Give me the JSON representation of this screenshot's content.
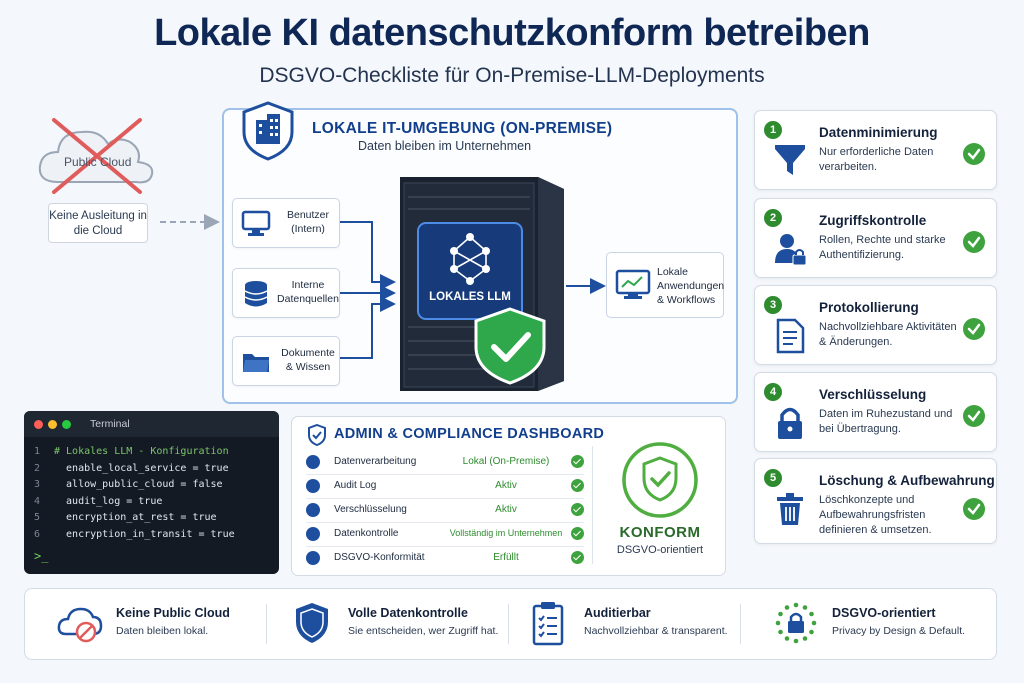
{
  "header": {
    "title": "Lokale KI datenschutzkonform betreiben",
    "subtitle": "DSGVO-Checkliste für On-Premise-LLM-Deployments"
  },
  "cloud": {
    "label": "Public Cloud",
    "note": "Keine Ausleitung in die Cloud"
  },
  "onprem": {
    "title": "LOKALE IT-UMGEBUNG (ON-PREMISE)",
    "subtitle": "Daten bleiben im Unternehmen",
    "sources": [
      {
        "icon": "monitor-icon",
        "label": "Benutzer (Intern)"
      },
      {
        "icon": "database-icon",
        "label": "Interne Datenquellen"
      },
      {
        "icon": "folder-icon",
        "label": "Dokumente & Wissen"
      }
    ],
    "server_label": "LOKALES LLM",
    "output": {
      "icon": "analytics-monitor-icon",
      "label": "Lokale Anwendungen & Workflows"
    }
  },
  "checklist": [
    {
      "num": "1",
      "icon": "funnel-icon",
      "title": "Datenminimierung",
      "desc": "Nur erforderliche Daten verarbeiten."
    },
    {
      "num": "2",
      "icon": "user-lock-icon",
      "title": "Zugriffskontrolle",
      "desc": "Rollen, Rechte und starke Authentifizierung."
    },
    {
      "num": "3",
      "icon": "document-icon",
      "title": "Protokollierung",
      "desc": "Nachvollziehbare Aktivitäten & Änderungen."
    },
    {
      "num": "4",
      "icon": "padlock-icon",
      "title": "Verschlüsselung",
      "desc": "Daten im Ruhezustand und bei Übertragung."
    },
    {
      "num": "5",
      "icon": "trash-icon",
      "title": "Löschung & Aufbewahrung",
      "desc": "Löschkonzepte und Aufbewahrungsfristen definieren & umsetzen."
    }
  ],
  "terminal": {
    "title": "Terminal",
    "lines": [
      {
        "n": "1",
        "text": "# Lokales LLM - Konfiguration"
      },
      {
        "n": "2",
        "text": "  enable_local_service = true"
      },
      {
        "n": "3",
        "text": "  allow_public_cloud = false"
      },
      {
        "n": "4",
        "text": "  audit_log = true"
      },
      {
        "n": "5",
        "text": "  encryption_at_rest = true"
      },
      {
        "n": "6",
        "text": "  encryption_in_transit = true"
      }
    ],
    "prompt": ">_"
  },
  "dashboard": {
    "title": "ADMIN & COMPLIANCE DASHBOARD",
    "rows": [
      {
        "label": "Datenverarbeitung",
        "value": "Lokal (On-Premise)"
      },
      {
        "label": "Audit Log",
        "value": "Aktiv"
      },
      {
        "label": "Verschlüsselung",
        "value": "Aktiv"
      },
      {
        "label": "Datenkontrolle",
        "value": "Vollständig im Unternehmen"
      },
      {
        "label": "DSGVO-Konformität",
        "value": "Erfüllt"
      }
    ],
    "seal_label": "KONFORM",
    "seal_sub": "DSGVO-orientiert"
  },
  "footer": [
    {
      "icon": "no-cloud-icon",
      "title": "Keine Public Cloud",
      "desc": "Daten bleiben lokal."
    },
    {
      "icon": "shield-icon",
      "title": "Volle Datenkontrolle",
      "desc": "Sie entscheiden, wer Zugriff hat."
    },
    {
      "icon": "clipboard-checklist-icon",
      "title": "Auditierbar",
      "desc": "Nachvollziehbar & transparent."
    },
    {
      "icon": "eu-stars-lock-icon",
      "title": "DSGVO-orientiert",
      "desc": "Privacy by Design & Default."
    }
  ],
  "colors": {
    "navy": "#0f2755",
    "blue": "#1e4f9e",
    "green": "#2e8b2e",
    "accent_bg": "#f4f7fb"
  }
}
